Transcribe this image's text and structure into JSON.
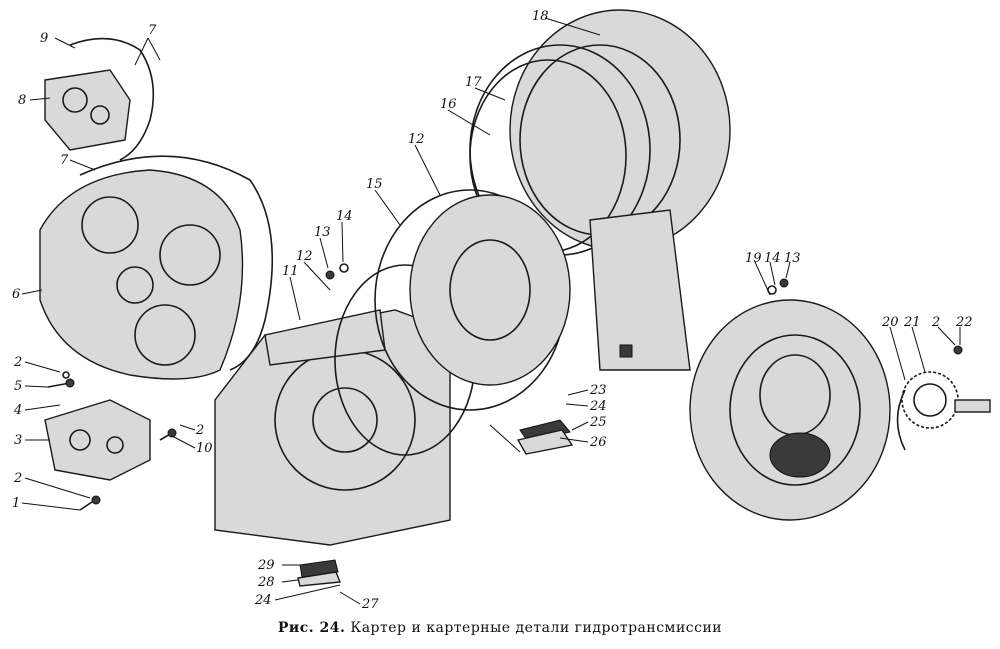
{
  "figure": {
    "caption_prefix": "Рис. 24.",
    "caption_text": "Картер и картерные детали гидротрансмиссии"
  },
  "labels": [
    "1",
    "2",
    "2",
    "2",
    "2",
    "3",
    "4",
    "5",
    "6",
    "7",
    "7",
    "8",
    "9",
    "10",
    "11",
    "12",
    "12",
    "13",
    "13",
    "14",
    "14",
    "15",
    "16",
    "17",
    "18",
    "19",
    "20",
    "21",
    "22",
    "23",
    "24",
    "24",
    "25",
    "26",
    "27",
    "28",
    "29"
  ]
}
